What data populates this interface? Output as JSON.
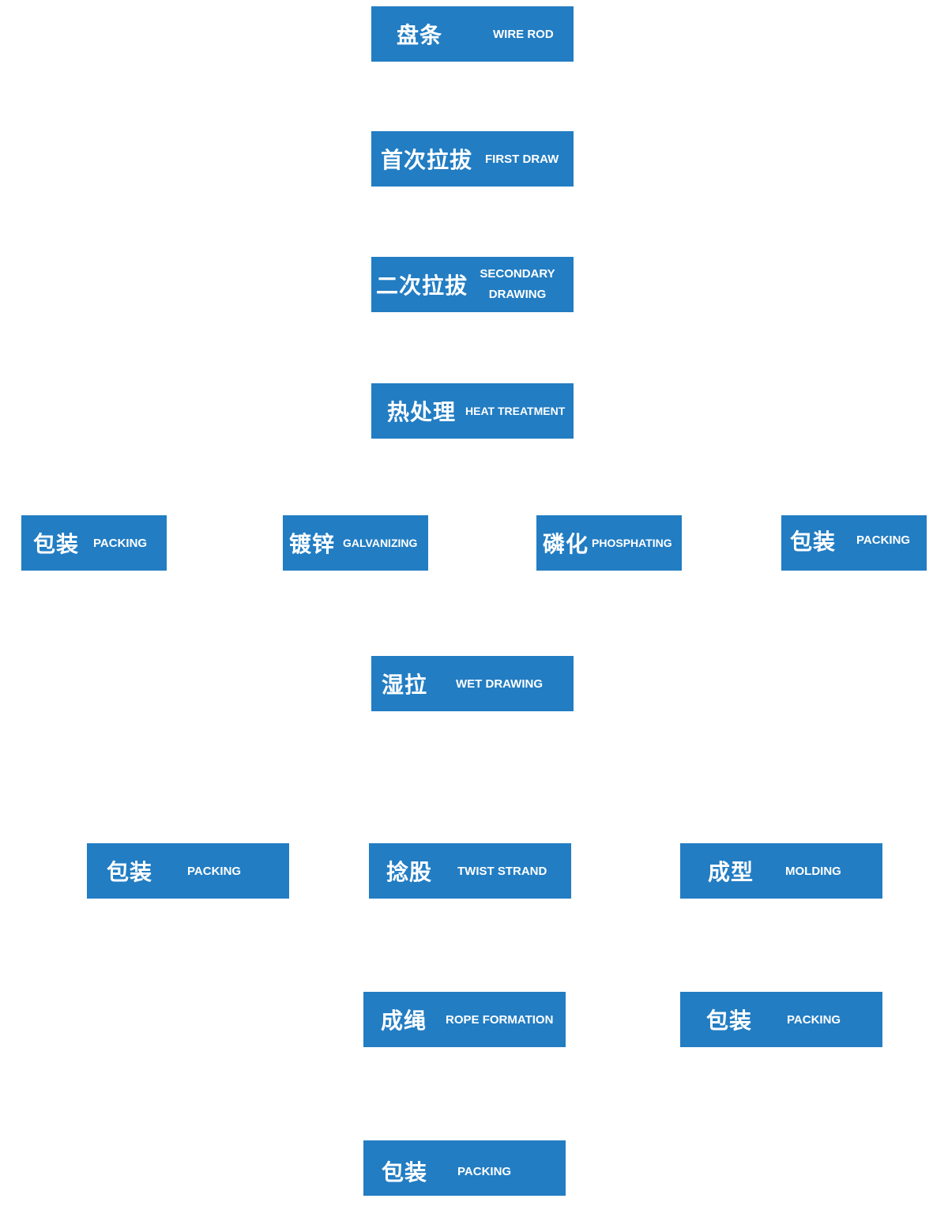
{
  "diagram": {
    "nodes": [
      {
        "id": "wire-rod",
        "zh": "盘条",
        "en": "WIRE ROD"
      },
      {
        "id": "first-draw",
        "zh": "首次拉拔",
        "en": "FIRST DRAW"
      },
      {
        "id": "secondary-drawing",
        "zh": "二次拉拔",
        "en": "SECONDARY DRAWING"
      },
      {
        "id": "heat-treatment",
        "zh": "热处理",
        "en": "HEAT TREATMENT"
      },
      {
        "id": "packing-left",
        "zh": "包装",
        "en": "PACKING"
      },
      {
        "id": "galvanizing",
        "zh": "镀锌",
        "en": "GALVANIZING"
      },
      {
        "id": "phosphating",
        "zh": "磷化",
        "en": "PHOSPHATING"
      },
      {
        "id": "packing-right",
        "zh": "包装",
        "en": "PACKING"
      },
      {
        "id": "wet-drawing",
        "zh": "湿拉",
        "en": "WET DRAWING"
      },
      {
        "id": "packing-strand-left",
        "zh": "包装",
        "en": "PACKING"
      },
      {
        "id": "twist-strand",
        "zh": "捻股",
        "en": "TWIST STRAND"
      },
      {
        "id": "molding",
        "zh": "成型",
        "en": "MOLDING"
      },
      {
        "id": "rope-formation",
        "zh": "成绳",
        "en": "ROPE FORMATION"
      },
      {
        "id": "packing-molding",
        "zh": "包装",
        "en": "PACKING"
      },
      {
        "id": "packing-final",
        "zh": "包装",
        "en": "PACKING"
      }
    ],
    "colors": {
      "node_fill": "#227dc3",
      "node_text": "#ffffff",
      "background": "#ffffff"
    }
  }
}
